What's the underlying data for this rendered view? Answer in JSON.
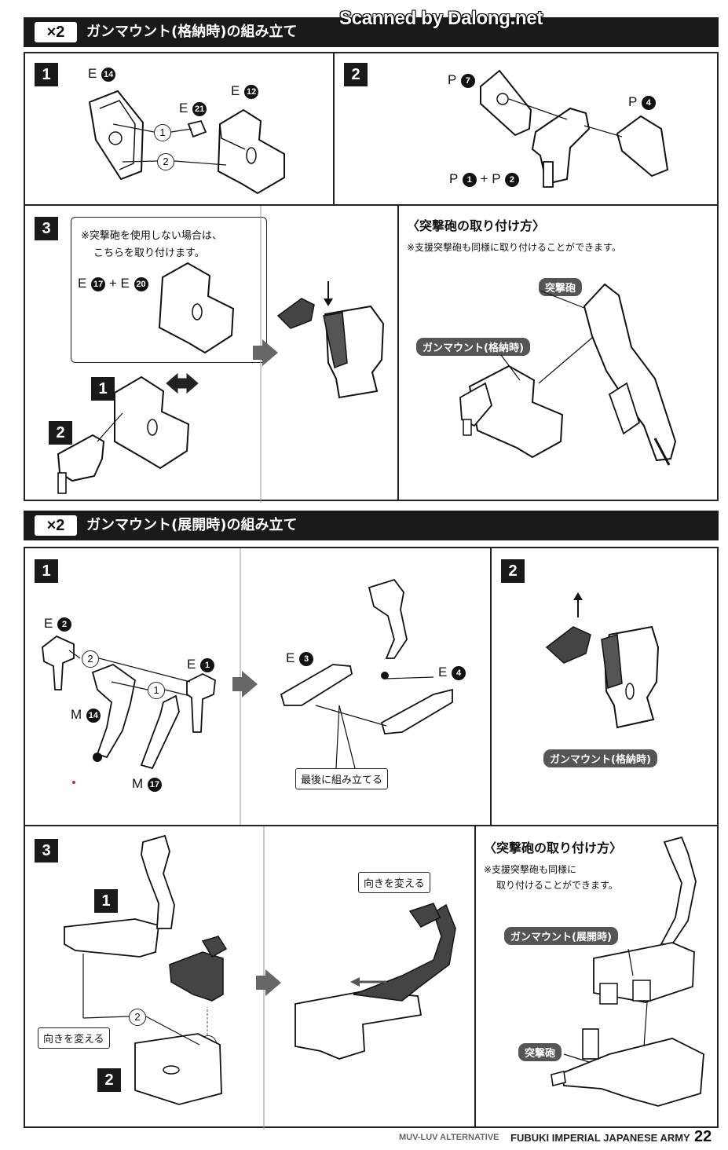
{
  "watermark": "Scanned by Dalong.net",
  "section1": {
    "multiplier": "×2",
    "title": "ガンマウント(格納時)の組み立て",
    "step1": {
      "number": "1",
      "parts": [
        {
          "letter": "E",
          "num": "14"
        },
        {
          "letter": "E",
          "num": "21"
        },
        {
          "letter": "E",
          "num": "12"
        }
      ],
      "order": [
        "1",
        "2"
      ]
    },
    "step2": {
      "number": "2",
      "parts": [
        {
          "letter": "P",
          "num": "7"
        },
        {
          "letter": "P",
          "num": "4"
        }
      ],
      "combo": {
        "a_letter": "P",
        "a_num": "1",
        "plus": "+",
        "b_letter": "P",
        "b_num": "2"
      }
    },
    "step3": {
      "number": "3",
      "note_line1": "※突撃砲を使用しない場合は、",
      "note_line2": "こちらを取り付けます。",
      "combo": {
        "a_letter": "E",
        "a_num": "17",
        "plus": "+",
        "b_letter": "E",
        "b_num": "20"
      },
      "sub_steps": [
        "1",
        "2"
      ]
    },
    "howto": {
      "title": "〈突撃砲の取り付け方〉",
      "note": "※支援突撃砲も同様に取り付けることができます。",
      "tag_gun": "突撃砲",
      "tag_mount": "ガンマウント(格納時)"
    }
  },
  "section2": {
    "multiplier": "×2",
    "title": "ガンマウント(展開時)の組み立て",
    "step1": {
      "number": "1",
      "parts": [
        {
          "letter": "E",
          "num": "2"
        },
        {
          "letter": "E",
          "num": "1"
        },
        {
          "letter": "M",
          "num": "14"
        },
        {
          "letter": "M",
          "num": "17"
        },
        {
          "letter": "E",
          "num": "3"
        },
        {
          "letter": "E",
          "num": "4"
        }
      ],
      "order": [
        "2",
        "1"
      ],
      "callout": "最後に組み立てる"
    },
    "step2": {
      "number": "2",
      "tag_mount": "ガンマウント(格納時)"
    },
    "step3": {
      "number": "3",
      "sub_steps": [
        "1",
        "2"
      ],
      "order": [
        "2",
        "1"
      ],
      "callout_turn": "向きを変える"
    },
    "howto": {
      "title": "〈突撃砲の取り付け方〉",
      "note_line1": "※支援突撃砲も同様に",
      "note_line2": "取り付けることができます。",
      "tag_mount": "ガンマウント(展開時)",
      "tag_gun": "突撃砲"
    }
  },
  "footer": {
    "series": "MUV-LUV ALTERNATIVE",
    "title": "FUBUKI IMPERIAL JAPANESE ARMY",
    "page": "22"
  },
  "colors": {
    "banner": "#1a1a1a",
    "tag": "#555555",
    "arrow": "#666666"
  }
}
